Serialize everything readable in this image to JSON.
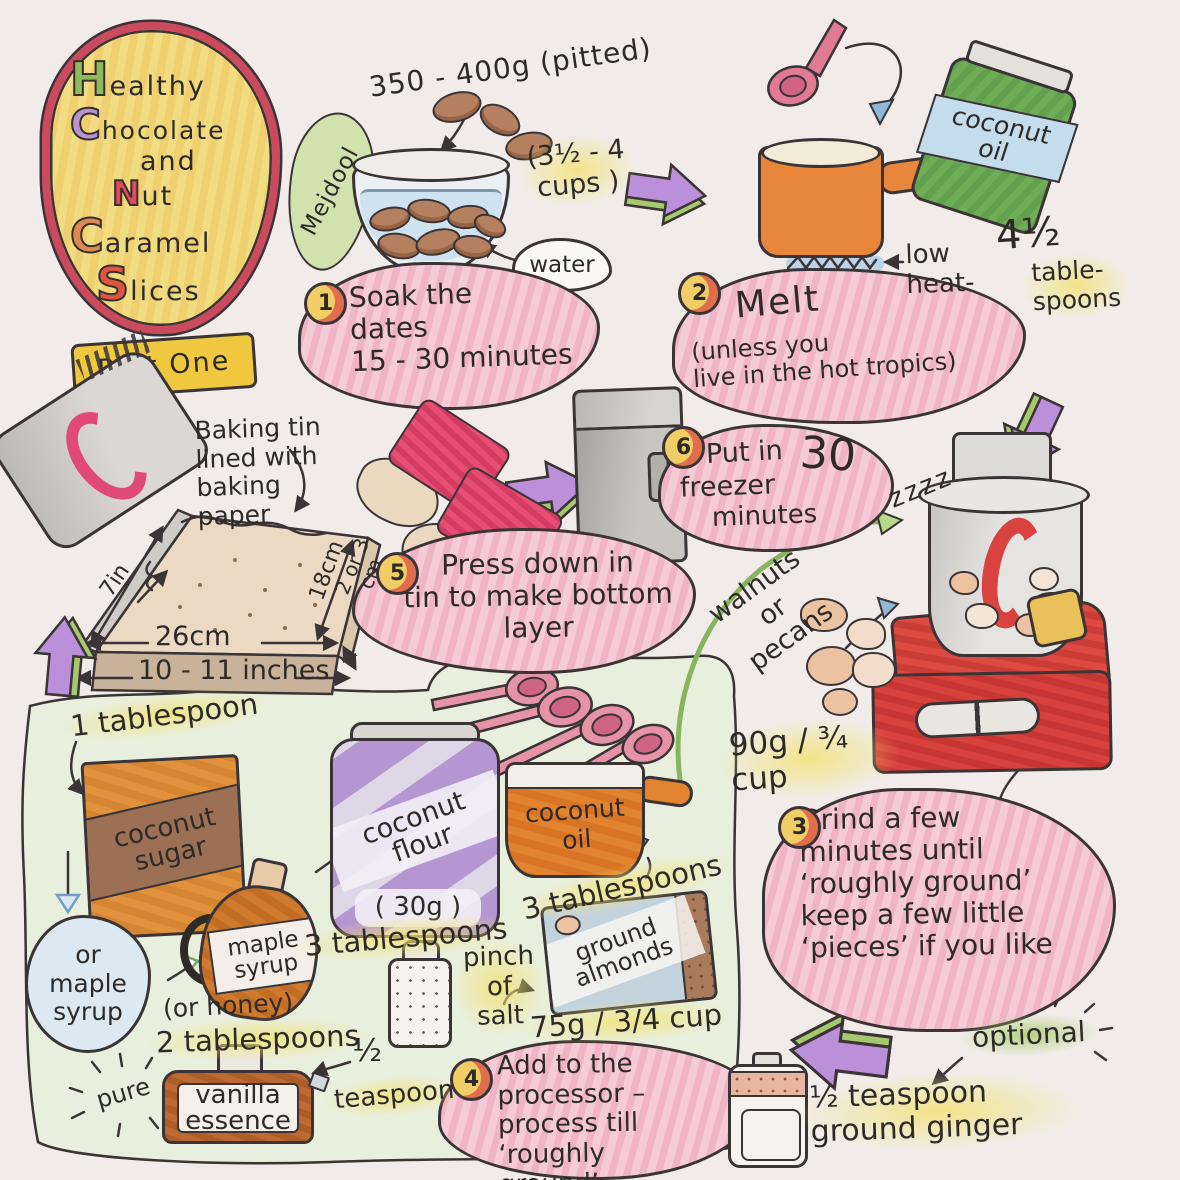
{
  "colors": {
    "paper": "#f1ece9",
    "cloud_pink": "#f4cbd6",
    "zone_green": "#e8efdb",
    "arrow_purple": "#bb8fd9",
    "badge_yellow": "#f1cd66",
    "title_yellow": "#f2dc82",
    "title_border_red": "#cc4a5e"
  },
  "title": {
    "l1i": "H",
    "l1r": "ealthy",
    "l2i": "C",
    "l2r": "hocolate",
    "l3": "and",
    "l4i": "N",
    "l4r": "ut",
    "l5i": "C",
    "l5r": "aramel",
    "l6i": "S",
    "l6r": "lices",
    "banner": "Part One"
  },
  "dates": {
    "amount": "350 - 400g (pitted)",
    "cups": "(3½ - 4\ncups )",
    "variety": "Mejdool",
    "water": "water"
  },
  "step1": {
    "num": "1",
    "text": "Soak the\ndates\n15 - 30 minutes"
  },
  "melt": {
    "jar": "coconut\noil",
    "low_heat": "low\nheat-",
    "spoons_big": "4½",
    "spoons_rest": "table-\nspoons"
  },
  "step2": {
    "num": "2",
    "word": "Melt",
    "sub": "(unless you\nlive in the hot tropics)"
  },
  "tin": {
    "label": "Baking tin\nlined with\nbaking\npaper",
    "w_cm": "26cm",
    "w_in": "10 - 11 inches",
    "h_in": "7in",
    "h_cm": "18cm",
    "depth": "2 or 3\ncm"
  },
  "step5": {
    "num": "5",
    "text": "Press down in\ntin to make bottom\nlayer"
  },
  "step6": {
    "num": "6",
    "pre": "Put in",
    "big": "30",
    "l2": "freezer",
    "l3": "minutes"
  },
  "freezer_zzz": "zzzz",
  "nuts": {
    "label": "walnuts\nor\npecans",
    "amount": "90g / ¾ cup"
  },
  "step3": {
    "num": "3",
    "text": "Grind a few\nminutes until\n‘roughly ground’\nkeep a few little\n‘pieces’ if you like"
  },
  "ingredients": {
    "sugar_amount": "1 tablespoon",
    "sugar_label": "coconut\nsugar",
    "maple_alt": "or\nmaple\nsyrup",
    "maple_label": "maple\nsyrup",
    "honey_alt": "(or honey)",
    "honey_amount": "2 tablespoons",
    "flour_label": "coconut\nflour",
    "flour_weight": "( 30g )",
    "flour_amount": "3 tablespoons",
    "oil_label": "coconut\noil",
    "oil_amount": "3 tablespoons",
    "salt": "pinch\nof\nsalt",
    "almonds_label": "ground\nalmonds",
    "almonds_amount": "75g / 3/4 cup",
    "vanilla_pure": "pure",
    "vanilla_label": "vanilla\nessence",
    "vanilla_frac": "½",
    "vanilla_unit": "teaspoon",
    "ginger_optional": "optional",
    "ginger_amount": "½ teaspoon\nground ginger"
  },
  "step4": {
    "num": "4",
    "text": "Add to the\nprocessor –\nprocess till ‘roughly\nground’."
  }
}
